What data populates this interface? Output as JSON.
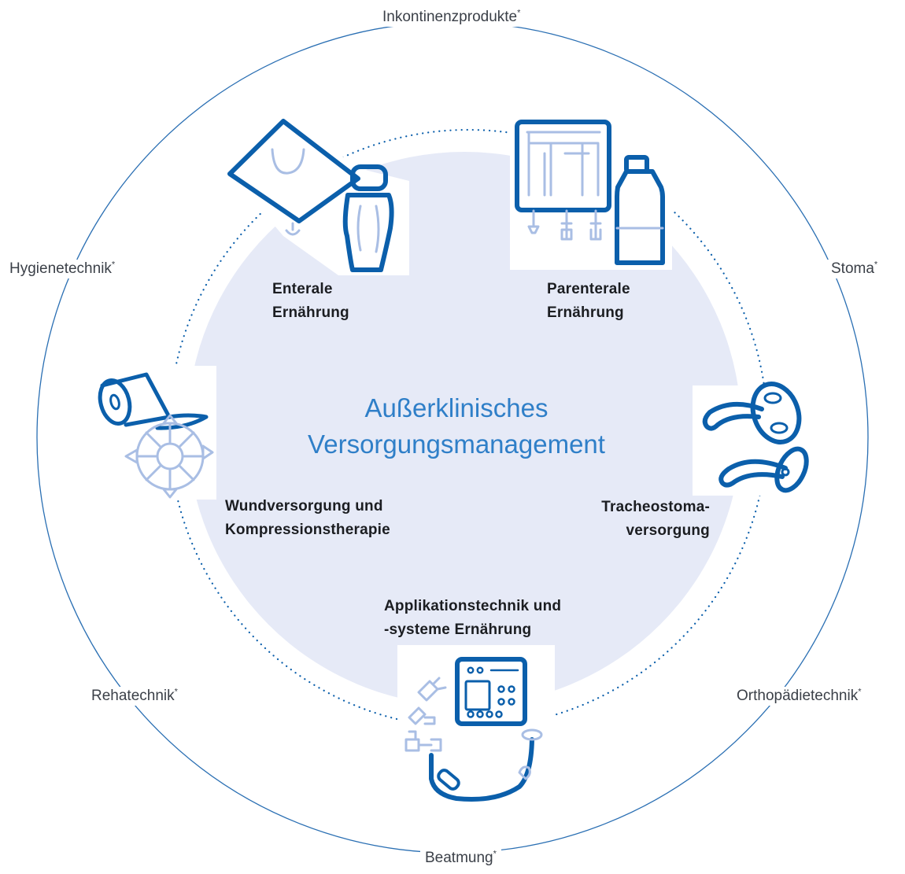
{
  "center": {
    "line1": "Außerklinisches",
    "line2": "Versorgungsmanagement"
  },
  "outer_ring": {
    "top": {
      "label": "Inkontinenzprodukte",
      "mark": "*"
    },
    "left": {
      "label": "Hygienetechnik",
      "mark": "*"
    },
    "right": {
      "label": "Stoma",
      "mark": "*"
    },
    "bottom_left": {
      "label": "Rehatechnik",
      "mark": "*"
    },
    "bottom_right": {
      "label": "Orthopädietechnik",
      "mark": "*"
    },
    "bottom": {
      "label": "Beatmung",
      "mark": "*"
    }
  },
  "categories": {
    "enteral": {
      "line1": "Enterale",
      "line2": "Ernährung",
      "icon": "enteral-feeding-bag-and-bottle-icon"
    },
    "parenteral": {
      "line1": "Parenterale",
      "line2": "Ernährung",
      "icon": "parenteral-infusion-bag-and-bottle-icon"
    },
    "wound": {
      "line1": "Wundversorgung und",
      "line2": "Kompressionstherapie",
      "icon": "bandage-roll-and-dressing-icon"
    },
    "tracheo": {
      "line1": "Tracheostoma-",
      "line2": "versorgung",
      "icon": "tracheostomy-cannula-icon"
    },
    "application": {
      "line1": "Applikationstechnik und",
      "line2": "-systeme Ernährung",
      "icon": "feeding-pump-and-tubing-icon"
    }
  },
  "colors": {
    "primary": "#0b5fab",
    "light": "#a9bee4",
    "circle_fill": "#e6eaf7",
    "ring": "#2a6fb3",
    "title": "#2f7fc8"
  }
}
